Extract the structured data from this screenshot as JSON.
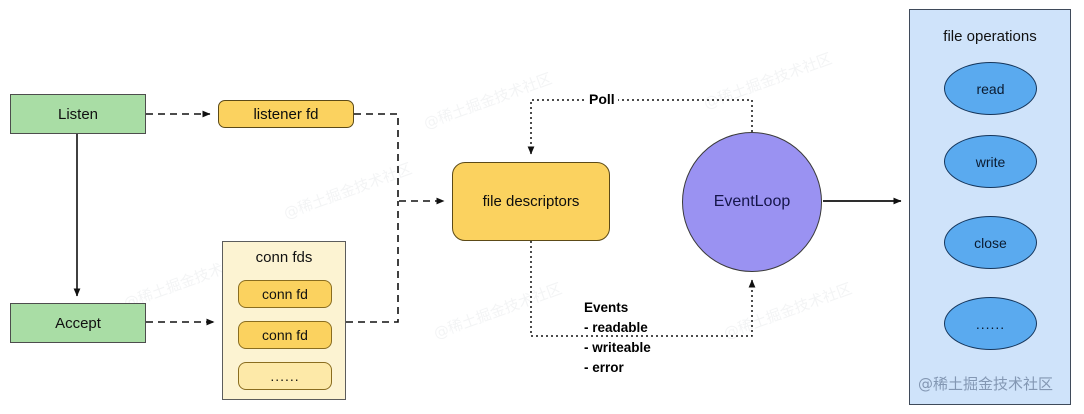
{
  "diagram": {
    "title": "Event loop / file descriptor flow diagram",
    "colors": {
      "green": "#a9dda5",
      "yellow": "#fbd25f",
      "yellow_light": "#fcf3d2",
      "purple": "#9a92f2",
      "panel_blue": "#cfe3fa",
      "ellipse_blue": "#5aaaef"
    }
  },
  "nodes": {
    "listen": "Listen",
    "accept": "Accept",
    "listener_fd": "listener fd",
    "conn_fds_title": "conn fds",
    "conn_fd_items": [
      "conn fd",
      "conn fd",
      "......"
    ],
    "file_descriptors": "file descriptors",
    "event_loop": "EventLoop"
  },
  "edges": {
    "poll_label": "Poll",
    "events_title": "Events",
    "events_items": [
      "- readable",
      "- writeable",
      "- error"
    ]
  },
  "panel": {
    "title": "file operations",
    "operations": [
      "read",
      "write",
      "close",
      "......"
    ]
  },
  "watermark": {
    "text": "@稀土掘金技术社区"
  }
}
